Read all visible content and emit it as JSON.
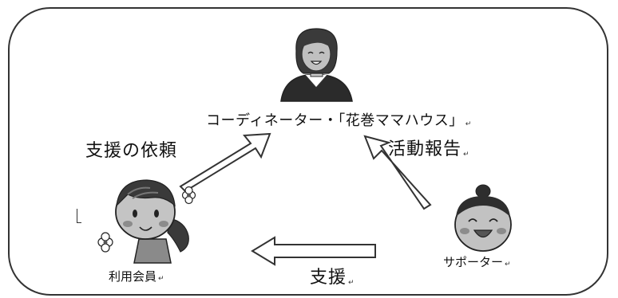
{
  "diagram": {
    "coordinator_label": "コーディネーター・「花巻ママハウス」",
    "member_label": "利用会員",
    "supporter_label": "サポーター",
    "request_label": "支援の依頼",
    "report_label": "活動報告",
    "support_label": "支援",
    "return_mark": "↵"
  },
  "colors": {
    "outline": "#333333",
    "arrow_fill": "#ffffff",
    "skin_shade": "#bfbfbf",
    "hair_dark": "#333333",
    "cheek": "#8c8c8c"
  }
}
